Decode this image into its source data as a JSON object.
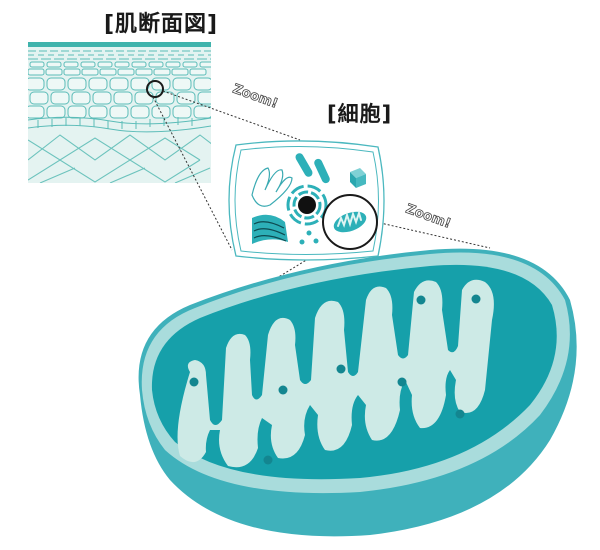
{
  "labels": {
    "skin_section": "[肌断面図]",
    "cell": "[細胞]"
  },
  "zoom_callouts": [
    {
      "text": "Zoom!",
      "from": "skin_section",
      "to": "cell"
    },
    {
      "text": "Zoom!",
      "from": "cell",
      "to": "mitochondrion"
    }
  ],
  "panels": {
    "skin_section": {
      "description": "cross-section of skin layers with highlighted cell"
    },
    "cell": {
      "organelles": [
        "endoplasmic-reticulum",
        "golgi-apparatus",
        "nucleus",
        "rod-organelles",
        "cube-organelle",
        "vesicles",
        "mitochondrion"
      ]
    },
    "mitochondrion": {
      "description": "enlarged mitochondrion with cristae"
    }
  },
  "colors": {
    "teal": "#1aa3ad",
    "teal_dark": "#14939c",
    "teal_light": "#c9e9e6",
    "skin_bg": "#e4f3f1",
    "skin_line": "#5bbcb8",
    "outline": "#1a1a1a"
  }
}
